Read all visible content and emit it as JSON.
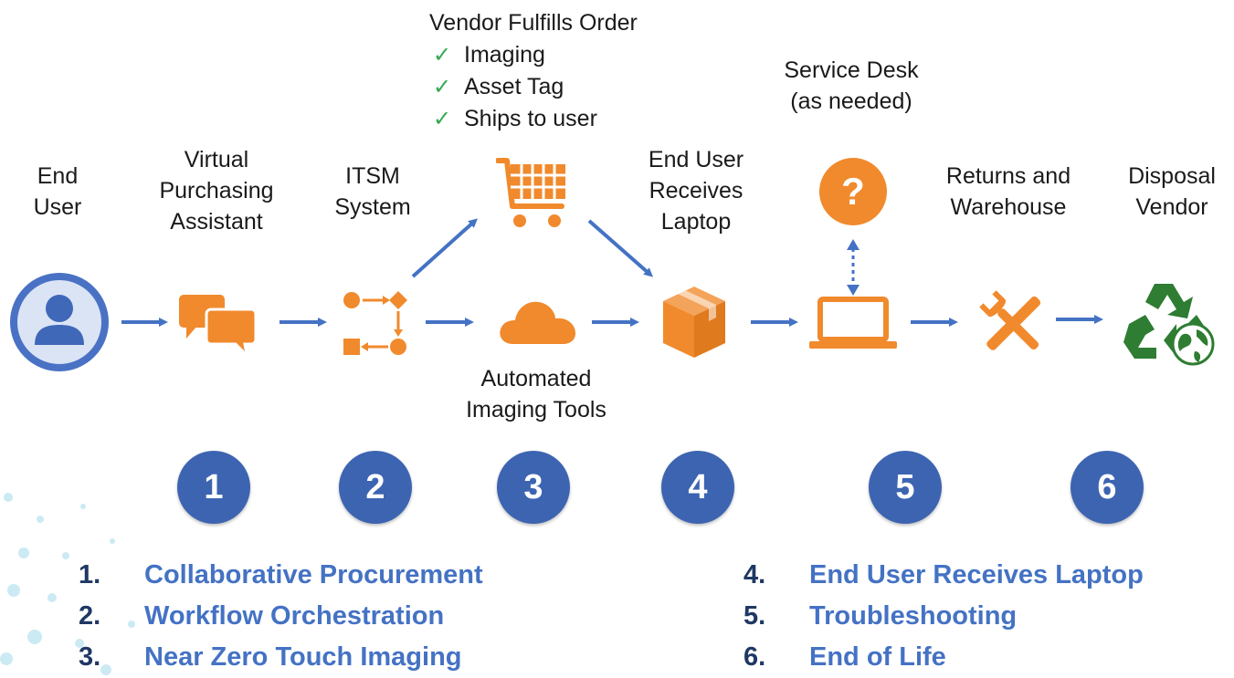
{
  "colors": {
    "accent": "#f08a2c",
    "arrow": "#4472c4",
    "step": "#3c64b1",
    "legend_text": "#4472c4",
    "legend_num": "#1f3864",
    "check": "#34a853",
    "recycle": "#2e7d32"
  },
  "nodes": {
    "end_user": {
      "line1": "End",
      "line2": "User",
      "icon": "user-icon"
    },
    "assistant": {
      "line1": "Virtual",
      "line2": "Purchasing",
      "line3": "Assistant",
      "icon": "chat-bubbles-icon"
    },
    "itsm": {
      "line1": "ITSM",
      "line2": "System",
      "icon": "workflow-icon"
    },
    "vendor": {
      "title": "Vendor Fulfills Order",
      "items": [
        "Imaging",
        "Asset Tag",
        "Ships to user"
      ],
      "icon": "shopping-cart-icon"
    },
    "imaging_tools": {
      "line1": "Automated",
      "line2": "Imaging Tools",
      "icon": "cloud-icon"
    },
    "receives": {
      "line1": "End User",
      "line2": "Receives",
      "line3": "Laptop",
      "icon": "package-icon"
    },
    "service_desk": {
      "line1": "Service Desk",
      "line2": "(as needed)",
      "icon": "question-icon"
    },
    "laptop": {
      "icon": "laptop-icon"
    },
    "returns": {
      "line1": "Returns and",
      "line2": "Warehouse",
      "icon": "tools-icon"
    },
    "disposal": {
      "line1": "Disposal",
      "line2": "Vendor",
      "icon": "recycle-globe-icon"
    }
  },
  "steps": [
    "1",
    "2",
    "3",
    "4",
    "5",
    "6"
  ],
  "legend": [
    {
      "num": "1.",
      "text": "Collaborative Procurement"
    },
    {
      "num": "2.",
      "text": "Workflow Orchestration"
    },
    {
      "num": "3.",
      "text": "Near Zero Touch Imaging"
    },
    {
      "num": "4.",
      "text": "End User Receives Laptop"
    },
    {
      "num": "5.",
      "text": "Troubleshooting"
    },
    {
      "num": "6.",
      "text": "End of Life"
    }
  ]
}
